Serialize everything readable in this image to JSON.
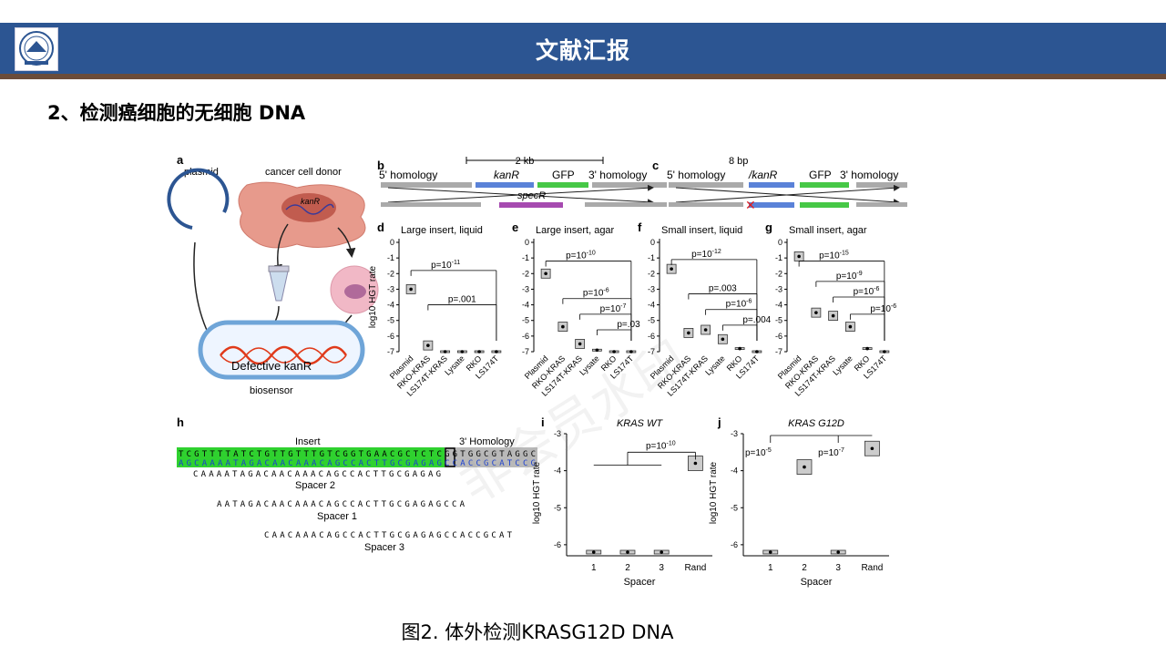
{
  "header": {
    "title": "文献汇报"
  },
  "section": {
    "title": "2、检测癌细胞的无细胞 DNA"
  },
  "caption": "图2. 体外检测KRASG12D DNA",
  "panel_a": {
    "letter": "a",
    "plasmid": "plasmid",
    "donor": "cancer cell donor",
    "kan": "kanR",
    "defective": "Defective kanR",
    "biosensor": "biosensor"
  },
  "panel_b": {
    "letter": "b",
    "scale": "2 kb",
    "homology5": "5' homology",
    "kan": "kanR",
    "gfp": "GFP",
    "homology3": "3' homology",
    "spec": "specR"
  },
  "panel_c": {
    "letter": "c",
    "scale": "8 bp",
    "homology5": "5' homology",
    "kan": "/kanR",
    "gfp": "GFP",
    "homology3": "3' homology"
  },
  "hgt_categories": [
    "Plasmid",
    "RKO-KRAS",
    "LS174T-KRAS",
    "Lysate",
    "RKO",
    "LS174T"
  ],
  "panel_d": {
    "letter": "d",
    "title": "Large insert, liquid",
    "ylabel": "log10 HGT rate",
    "pvalues": [
      "p=10-11",
      "p=.001"
    ]
  },
  "panel_e": {
    "letter": "e",
    "title": "Large insert, agar",
    "pvalues": [
      "p=10-10",
      "p=10-6",
      "p=10-7",
      "p=.03"
    ]
  },
  "panel_f": {
    "letter": "f",
    "title": "Small insert, liquid",
    "pvalues": [
      "p=10-12",
      "p=.003",
      "p=10-6",
      "p=.004"
    ]
  },
  "panel_g": {
    "letter": "g",
    "title": "Small insert, agar",
    "pvalues": [
      "p=10-15",
      "p=10-9",
      "p=10-6",
      "p=10-6"
    ]
  },
  "panel_h": {
    "letter": "h",
    "insert": "Insert",
    "homology": "3' Homology",
    "seq_top": "TCGTTTTATCTGTTGTTTGTCGGTGAACGCTCTCGGTGGCGTAGGC",
    "seq_bottom": "AGCAAAATAGACAACAAACAGCCACTTGCGAGAGCCACCGCATCCG",
    "spacers": [
      {
        "seq": "CAAAATAGACAACAAACAGCCACTTGCGAGAG",
        "label": "Spacer 2"
      },
      {
        "seq": "AATAGACAACAAACAGCCACTTGCGAGAGCCA",
        "label": "Spacer 1"
      },
      {
        "seq": "CAACAAACAGCCACTTGCGAGAGCCACCGCAT",
        "label": "Spacer 3"
      }
    ]
  },
  "panel_i": {
    "letter": "i",
    "title": "KRAS WT",
    "ylabel": "log10 HGT rate",
    "xlabel": "Spacer",
    "pvalue": "p=10-10"
  },
  "panel_j": {
    "letter": "j",
    "title": "KRAS G12D",
    "ylabel": "log10 HGT rate",
    "xlabel": "Spacer",
    "pvalues": [
      "p=10-5",
      "p=10-7"
    ]
  },
  "chart_data": [
    {
      "type": "box",
      "panel": "d",
      "title": "Large insert, liquid",
      "ylabel": "log10 HGT rate",
      "ylim": [
        -7,
        0
      ],
      "categories": [
        "Plasmid",
        "RKO-KRAS",
        "LS174T-KRAS",
        "Lysate",
        "RKO",
        "LS174T"
      ],
      "medians": [
        -3.0,
        -6.6,
        -7.0,
        -7.0,
        -7.0,
        -7.0
      ]
    },
    {
      "type": "box",
      "panel": "e",
      "title": "Large insert, agar",
      "ylim": [
        -7,
        0
      ],
      "categories": [
        "Plasmid",
        "RKO-KRAS",
        "LS174T-KRAS",
        "Lysate",
        "RKO",
        "LS174T"
      ],
      "medians": [
        -2.0,
        -5.4,
        -6.5,
        -6.9,
        -7.0,
        -7.0
      ]
    },
    {
      "type": "box",
      "panel": "f",
      "title": "Small insert, liquid",
      "ylim": [
        -7,
        0
      ],
      "categories": [
        "Plasmid",
        "RKO-KRAS",
        "LS174T-KRAS",
        "Lysate",
        "RKO",
        "LS174T"
      ],
      "medians": [
        -1.7,
        -5.8,
        -5.6,
        -6.2,
        -6.8,
        -7.0
      ]
    },
    {
      "type": "box",
      "panel": "g",
      "title": "Small insert, agar",
      "ylim": [
        -7,
        0
      ],
      "categories": [
        "Plasmid",
        "RKO-KRAS",
        "LS174T-KRAS",
        "Lysate",
        "RKO",
        "LS174T"
      ],
      "medians": [
        -0.9,
        -4.5,
        -4.7,
        -5.4,
        -6.8,
        -7.0
      ]
    },
    {
      "type": "box",
      "panel": "i",
      "title": "KRAS WT",
      "xlabel": "Spacer",
      "ylabel": "log10 HGT rate",
      "ylim": [
        -6.2,
        -3
      ],
      "categories": [
        "1",
        "2",
        "3",
        "Rand"
      ],
      "medians": [
        -6.2,
        -6.2,
        -6.2,
        -3.8
      ]
    },
    {
      "type": "box",
      "panel": "j",
      "title": "KRAS G12D",
      "xlabel": "Spacer",
      "ylabel": "log10 HGT rate",
      "ylim": [
        -6.2,
        -3
      ],
      "categories": [
        "1",
        "2",
        "3",
        "Rand"
      ],
      "medians": [
        -6.2,
        -3.9,
        -6.2,
        -3.4
      ]
    }
  ]
}
